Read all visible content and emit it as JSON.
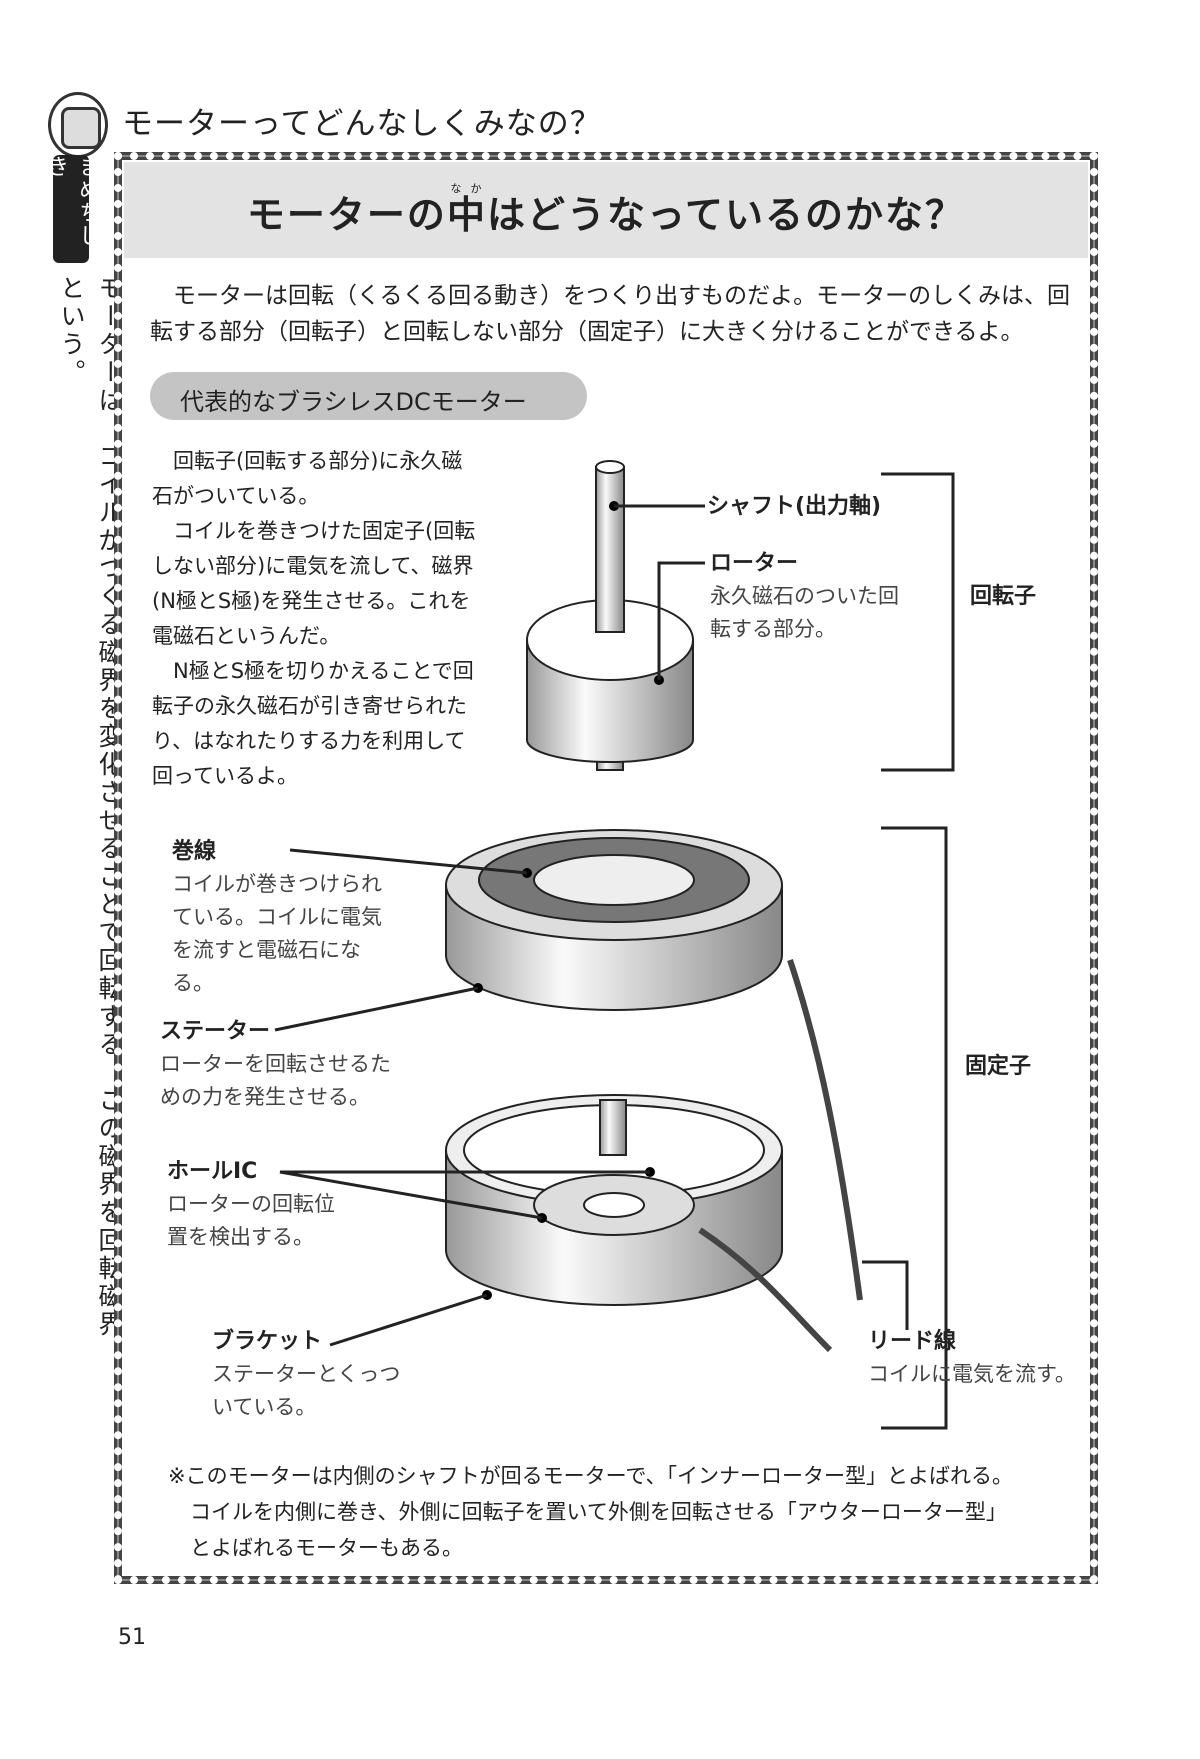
{
  "header": {
    "chapter_title": "モーターってどんなしくみなの？",
    "tab_label": "まめちしき"
  },
  "sidebar": {
    "text": "モーターは、コイルがつくる磁界を変化させることで回転する。この磁界を回転磁界という。"
  },
  "box": {
    "title_pre": "モーターの",
    "title_kanji": "中",
    "title_ruby": "なか",
    "title_post": "はどうなっているのかな？",
    "intro": "モーターは回転（くるくる回る動き）をつくり出すものだよ。モーターのしくみは、回転する部分（回転子）と回転しない部分（固定子）に大きく分けることができるよ。",
    "subheading": "代表的なブラシレスDCモーター",
    "explanation": [
      "回転子(回転する部分)に永久磁石がついている。",
      "コイルを巻きつけた固定子(回転しない部分)に電気を流して、磁界(N極とS極)を発生させる。これを電磁石というんだ。",
      "N極とS極を切りかえることで回転子の永久磁石が引き寄せられたり、はなれたりする力を利用して回っているよ。"
    ],
    "labels": {
      "shaft": "シャフト(出力軸)",
      "rotor": "ローター",
      "rotor_desc": "永久磁石のついた回転する部分。",
      "rotor_group": "回転子",
      "winding": "巻線",
      "winding_desc": "コイルが巻きつけられている。コイルに電気を流すと電磁石になる。",
      "stator": "ステーター",
      "stator_desc": "ローターを回転させるための力を発生させる。",
      "hall": "ホールIC",
      "hall_desc": "ローターの回転位置を検出する。",
      "bracket": "ブラケット",
      "bracket_desc": "ステーターとくっついている。",
      "lead": "リード線",
      "lead_desc": "コイルに電気を流す。",
      "stator_group": "固定子"
    },
    "note": [
      "※このモーターは内側のシャフトが回るモーターで、「インナーローター型」とよばれる。",
      "コイルを内側に巻き、外側に回転子を置いて外側を回転させる「アウターローター型」",
      "とよばれるモーターもある。"
    ]
  },
  "page_number": "51"
}
